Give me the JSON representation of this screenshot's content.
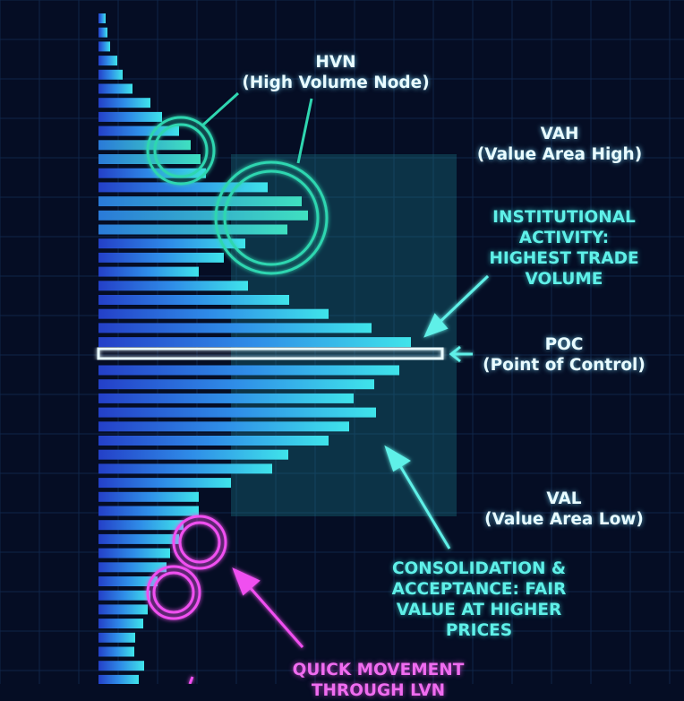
{
  "labels": {
    "hvn_title": "HVN",
    "hvn_sub": "(High Volume Node)",
    "vah_title": "VAH",
    "vah_sub": "(Value Area High)",
    "inst_lines": [
      "INSTITUTIONAL",
      "ACTIVITY:",
      "HIGHEST TRADE",
      "VOLUME"
    ],
    "poc_title": "POC",
    "poc_sub": "(Point of Control)",
    "val_title": "VAL",
    "val_sub": "(Value Area Low)",
    "cons_lines": [
      "CONSOLIDATION &",
      "ACCEPTANCE: FAIR",
      "VALUE AT HIGHER",
      "PRICES"
    ],
    "quick_lines": [
      "QUICK MOVEMENT",
      "THROUGH LVN"
    ]
  },
  "colors": {
    "background": "#050d24",
    "cyan": "#3fe6e0",
    "blue": "#2a63e6",
    "magenta": "#f050f0",
    "poc": "#e8fbff"
  },
  "chart_data": {
    "type": "bar",
    "orientation": "horizontal",
    "title": "Volume Profile",
    "volumes_top_to_bottom": [
      8,
      10,
      13,
      21,
      27,
      38,
      58,
      71,
      90,
      103,
      114,
      120,
      189,
      227,
      234,
      211,
      164,
      140,
      112,
      167,
      213,
      257,
      305,
      349,
      383,
      336,
      308,
      285,
      310,
      280,
      257,
      212,
      194,
      148,
      112,
      112,
      95,
      90,
      80,
      76,
      66,
      58,
      55,
      50,
      41,
      40,
      51,
      45
    ],
    "poc_index": 24,
    "value_area": {
      "high_index": 10,
      "low_index": 35
    },
    "hvn_indices": [
      9,
      10,
      13,
      14,
      15
    ],
    "lvn_indices": [
      37,
      39
    ]
  }
}
